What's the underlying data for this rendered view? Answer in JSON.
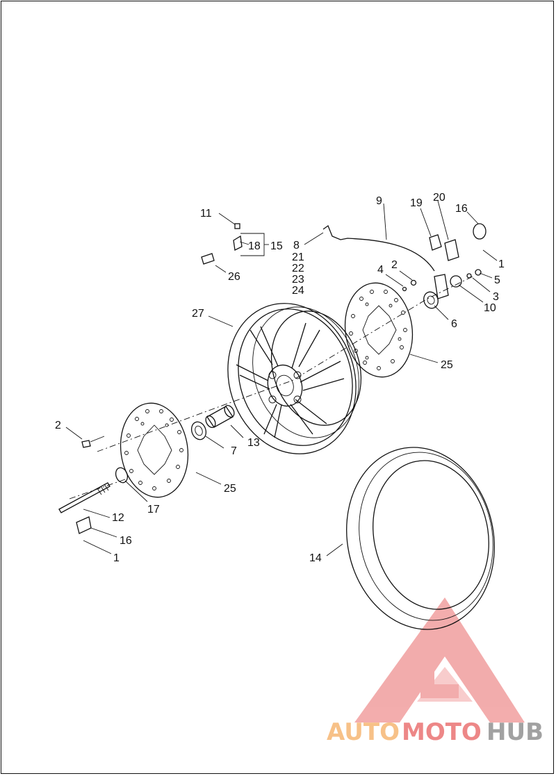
{
  "callouts": {
    "c11": "11",
    "c18": "18",
    "c15": "15",
    "c8": "8",
    "c21": "21",
    "c22": "22",
    "c23": "23",
    "c24": "24",
    "c26": "26",
    "c9": "9",
    "c19": "19",
    "c20": "20",
    "c16a": "16",
    "c1a": "1",
    "c5": "5",
    "c3": "3",
    "c10": "10",
    "c4": "4",
    "c2a": "2",
    "c6": "6",
    "c27": "27",
    "c25a": "25",
    "c13": "13",
    "c7": "7",
    "c2b": "2",
    "c25b": "25",
    "c17": "17",
    "c12": "12",
    "c16b": "16",
    "c1b": "1",
    "c14": "14"
  },
  "watermark": {
    "part1": "AUTO",
    "part2": "MOTO",
    "part3": "HUB",
    "color_light": "#f6b26b",
    "color_red": "#e96a6a",
    "color_gray": "#8a8a8a"
  }
}
